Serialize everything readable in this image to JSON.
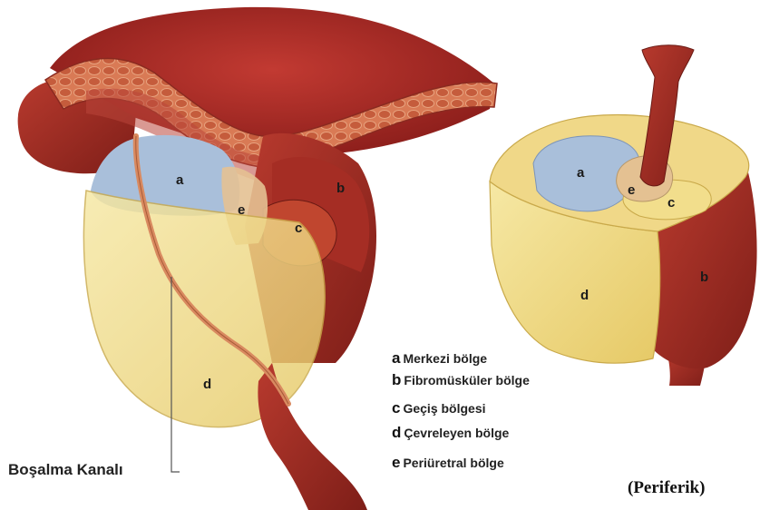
{
  "zones": [
    {
      "letter": "a",
      "name": "Merkezi bölge",
      "color": "#a9bfda"
    },
    {
      "letter": "b",
      "name": "Fibromüsküler bölge",
      "color": "#a3332a"
    },
    {
      "letter": "c",
      "name": "Geçiş bölgesi",
      "color": "#f2de8c"
    },
    {
      "letter": "d",
      "name": "Çevreleyen bölge",
      "color": "#f3dc84"
    },
    {
      "letter": "e",
      "name": "Periüretral bölge",
      "color": "#e4c192"
    }
  ],
  "labels": {
    "duct": "Boşalma Kanalı",
    "periferik": "(Periferik)"
  }
}
